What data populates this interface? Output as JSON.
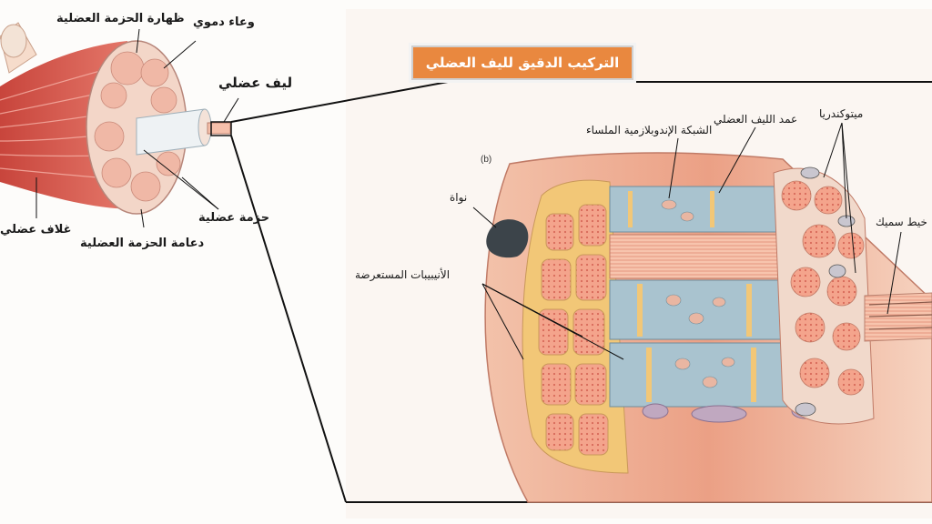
{
  "title": "التركيب الدقيق لليف العضلي",
  "panel_letter": "(b)",
  "left_labels": {
    "perimysium": "ظهارة الحزمة العضلية",
    "blood_vessel": "وعاء دموي",
    "muscle_fiber": "ليف عضلي",
    "fascicle": "حزمة عضلية",
    "epimysium": "غلاف عضلي",
    "endomysium": "دعامة الحزمة العضلية"
  },
  "right_labels": {
    "mitochondria": "ميتوكندريا",
    "myofibril": "عمد الليف العضلي",
    "sarcoplasmic_reticulum": "الشبكة الإندوبلازمية الملساء",
    "nucleus": "نواة",
    "t_tubules": "الأنيبيبات المستعرضة",
    "filament": "خيط سميك"
  },
  "colors": {
    "muscle_red": "#d9584f",
    "myofibril_salmon": "#f0a084",
    "sr_blue": "#a9c3cf",
    "t_tubule_yellow": "#f2c777",
    "title_orange": "#e9883f",
    "nucleus_gray": "#3c444a"
  }
}
